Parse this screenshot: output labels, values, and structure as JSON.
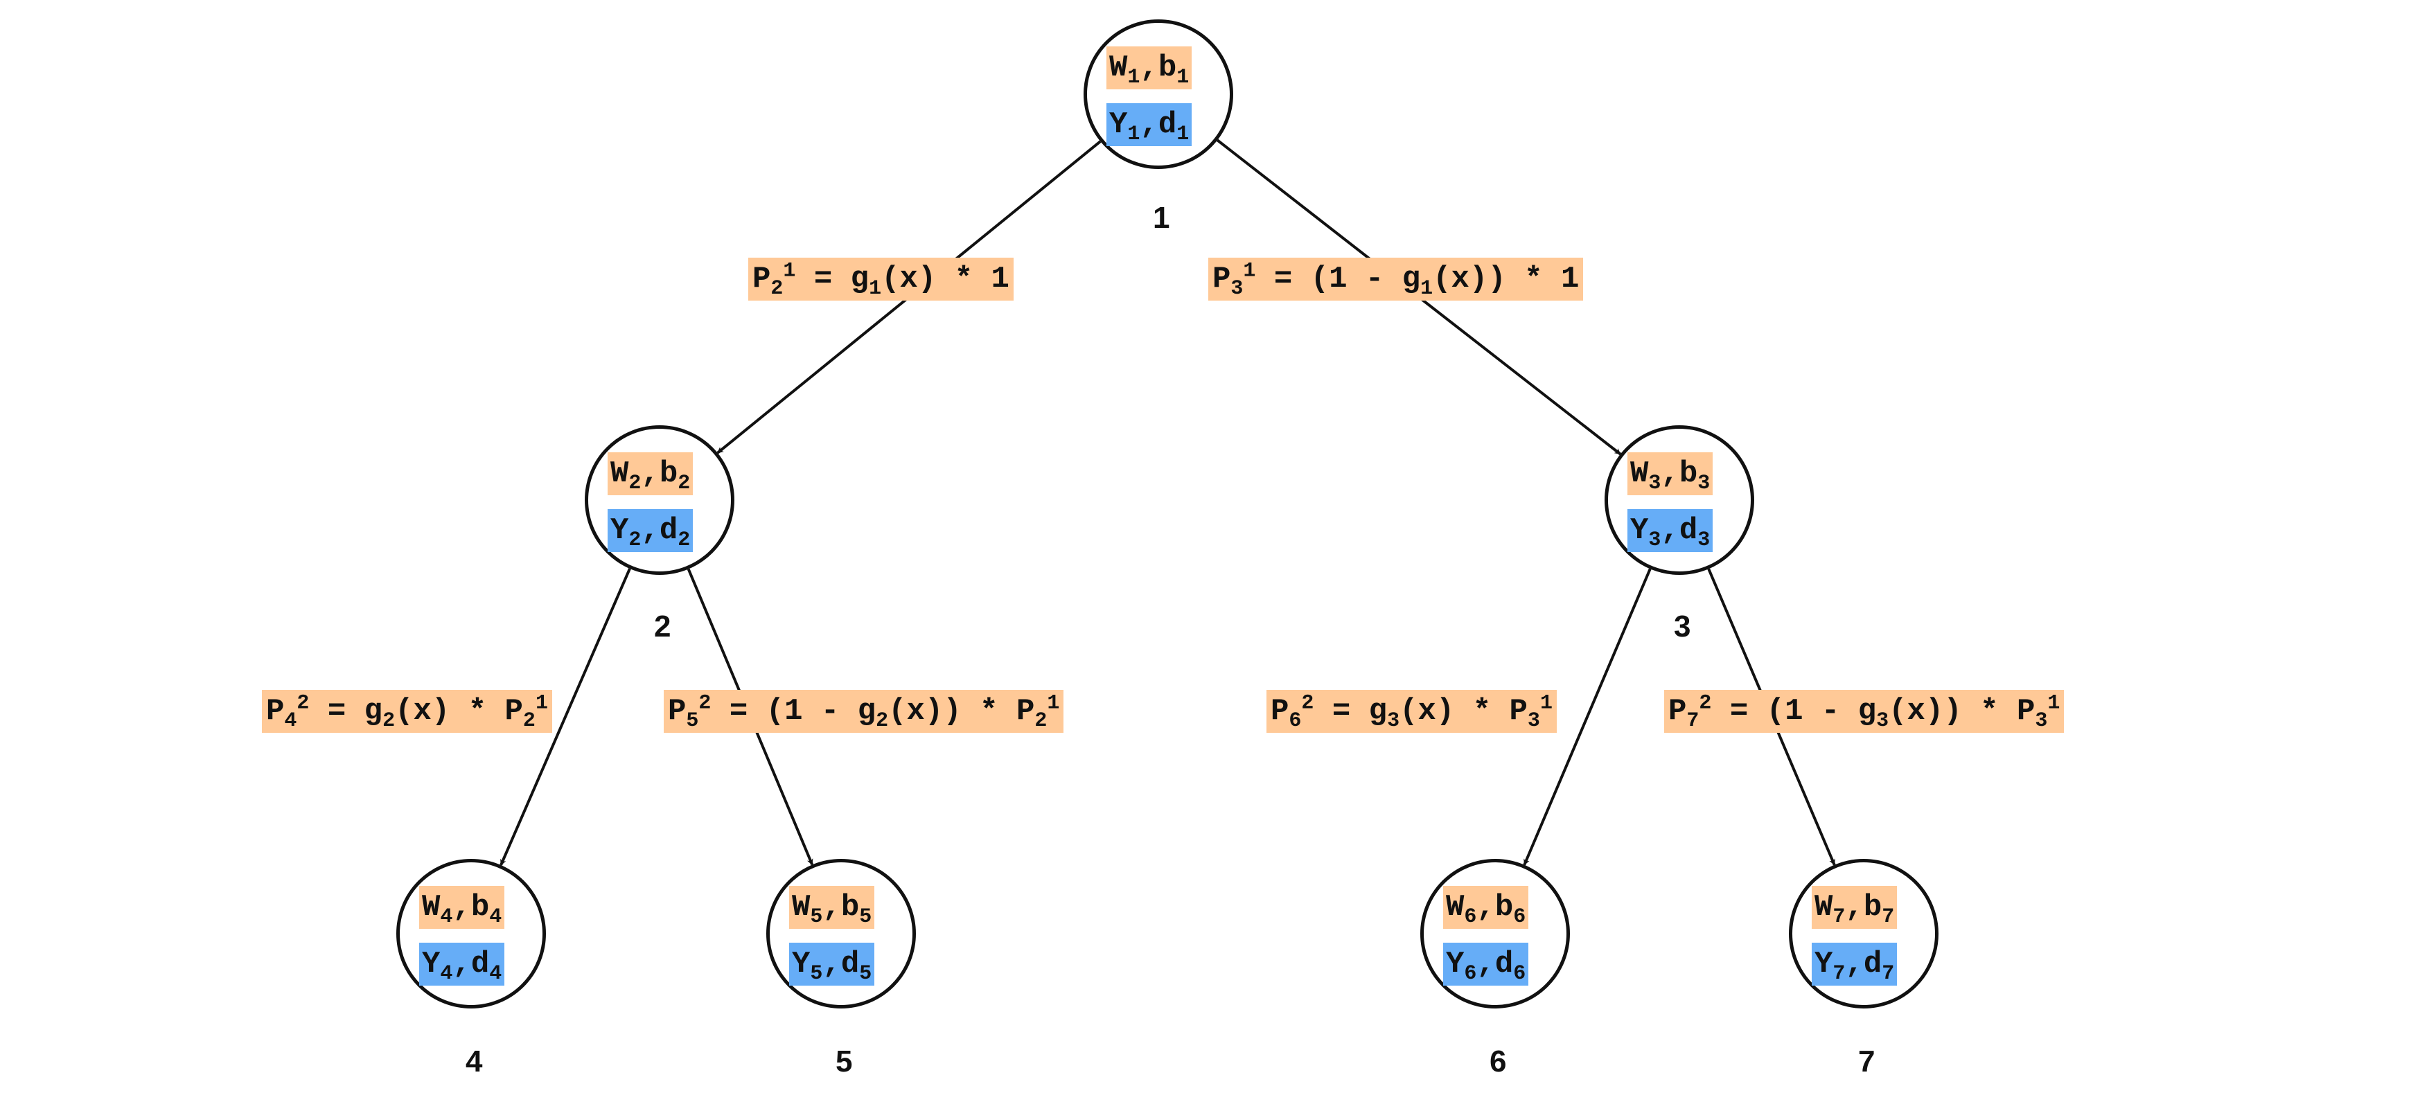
{
  "nodes": [
    {
      "id": "1",
      "index": "1",
      "wb": [
        "W",
        "1",
        ",b",
        "1"
      ],
      "yd": [
        "Y",
        "1",
        ",d",
        "1"
      ]
    },
    {
      "id": "2",
      "index": "2",
      "wb": [
        "W",
        "2",
        ",b",
        "2"
      ],
      "yd": [
        "Y",
        "2",
        ",d",
        "2"
      ]
    },
    {
      "id": "3",
      "index": "3",
      "wb": [
        "W",
        "3",
        ",b",
        "3"
      ],
      "yd": [
        "Y",
        "3",
        ",d",
        "3"
      ]
    },
    {
      "id": "4",
      "index": "4",
      "wb": [
        "W",
        "4",
        ",b",
        "4"
      ],
      "yd": [
        "Y",
        "4",
        ",d",
        "4"
      ]
    },
    {
      "id": "5",
      "index": "5",
      "wb": [
        "W",
        "5",
        ",b",
        "5"
      ],
      "yd": [
        "Y",
        "5",
        ",d",
        "5"
      ]
    },
    {
      "id": "6",
      "index": "6",
      "wb": [
        "W",
        "6",
        ",b",
        "6"
      ],
      "yd": [
        "Y",
        "6",
        ",d",
        "6"
      ]
    },
    {
      "id": "7",
      "index": "7",
      "wb": [
        "W",
        "7",
        ",b",
        "7"
      ],
      "yd": [
        "Y",
        "7",
        ",d",
        "7"
      ]
    }
  ],
  "edges": [
    {
      "from": "1",
      "to": "2",
      "label": "P2^1 = g1(x) * 1"
    },
    {
      "from": "1",
      "to": "3",
      "label": "P3^1 = (1 - g1(x)) * 1"
    },
    {
      "from": "2",
      "to": "4",
      "label": "P4^2 = g2(x) * P2^1"
    },
    {
      "from": "2",
      "to": "5",
      "label": "P5^2 = (1 - g2(x)) * P2^1"
    },
    {
      "from": "3",
      "to": "6",
      "label": "P6^2 = g3(x) * P3^1"
    },
    {
      "from": "3",
      "to": "7",
      "label": "P7^2 = (1 - g3(x)) * P3^1"
    }
  ],
  "colors": {
    "weights_highlight": "#ffc997",
    "outputs_highlight": "#66adf7",
    "stroke": "#111111"
  }
}
